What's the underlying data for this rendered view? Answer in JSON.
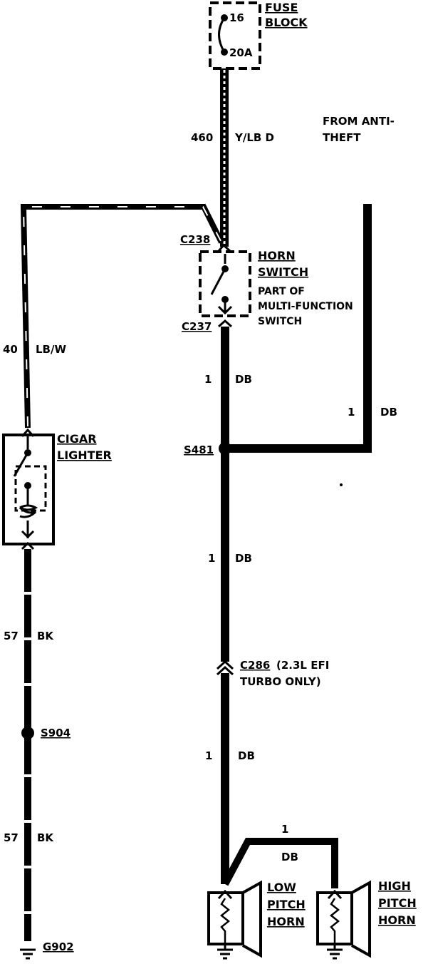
{
  "fuse_block": {
    "name_line1": "FUSE",
    "name_line2": "BLOCK",
    "number": "16",
    "rating": "20A"
  },
  "wire_fuse": {
    "circuit": "460",
    "color": "Y/LB D"
  },
  "from_anti_theft": {
    "line1": "FROM ANTI-",
    "line2": "THEFT"
  },
  "connectors": {
    "c238": "C238",
    "c237": "C237",
    "c286": "C286",
    "c286_note_line1": "(2.3L EFI",
    "c286_note_line2": "TURBO ONLY)"
  },
  "horn_switch": {
    "name_line1": "HORN",
    "name_line2": "SWITCH",
    "note_line1": "PART OF",
    "note_line2": "MULTI-FUNCTION",
    "note_line3": "SWITCH"
  },
  "wire_lbw": {
    "circuit": "40",
    "color": "LB/W"
  },
  "cigar_lighter": {
    "name_line1": "CIGAR",
    "name_line2": "LIGHTER"
  },
  "wire_db_1": {
    "circuit": "1",
    "color": "DB"
  },
  "wire_db_antitheft": {
    "circuit": "1",
    "color": "DB"
  },
  "wire_db_top": {
    "color": "DB"
  },
  "splice_s481": "S481",
  "wire_db_2": {
    "circuit": "1",
    "color": "DB"
  },
  "wire_db_3": {
    "circuit": "1",
    "color": "DB"
  },
  "wire_db_4": {
    "circuit": "1",
    "color": "DB"
  },
  "wire_bk_1": {
    "circuit": "57",
    "color": "BK"
  },
  "splice_s904": "S904",
  "wire_bk_2": {
    "circuit": "57",
    "color": "BK"
  },
  "ground_g902": "G902",
  "low_horn": {
    "line1": "LOW",
    "line2": "PITCH",
    "line3": "HORN"
  },
  "high_horn": {
    "line1": "HIGH",
    "line2": "PITCH",
    "line3": "HORN"
  }
}
